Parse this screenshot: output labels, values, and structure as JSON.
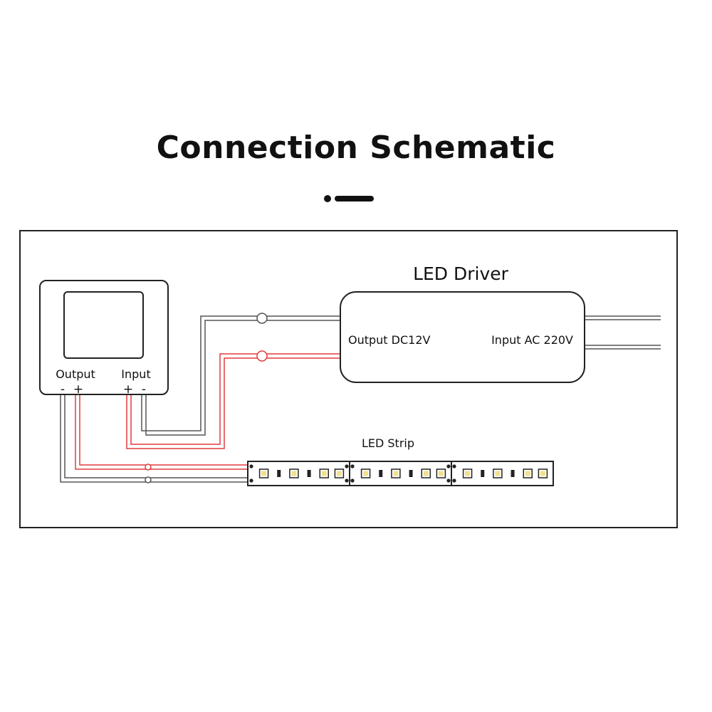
{
  "title": "Connection Schematic",
  "labels": {
    "led_driver": "LED Driver",
    "driver_output": "Output DC12V",
    "driver_input": "Input AC 220V",
    "module_output": "Output",
    "module_input": "Input",
    "output_minus": "-",
    "output_plus": "+",
    "input_plus": "+",
    "input_minus": "-",
    "led_strip": "LED Strip"
  },
  "colors": {
    "wire_negative": "#555555",
    "wire_positive": "#e23c3c",
    "outline": "#222222",
    "led_fill": "#f2e08a"
  },
  "led_strip": {
    "segments": 3,
    "pattern": [
      "led",
      "resistor",
      "led",
      "resistor",
      "led",
      "led"
    ]
  }
}
